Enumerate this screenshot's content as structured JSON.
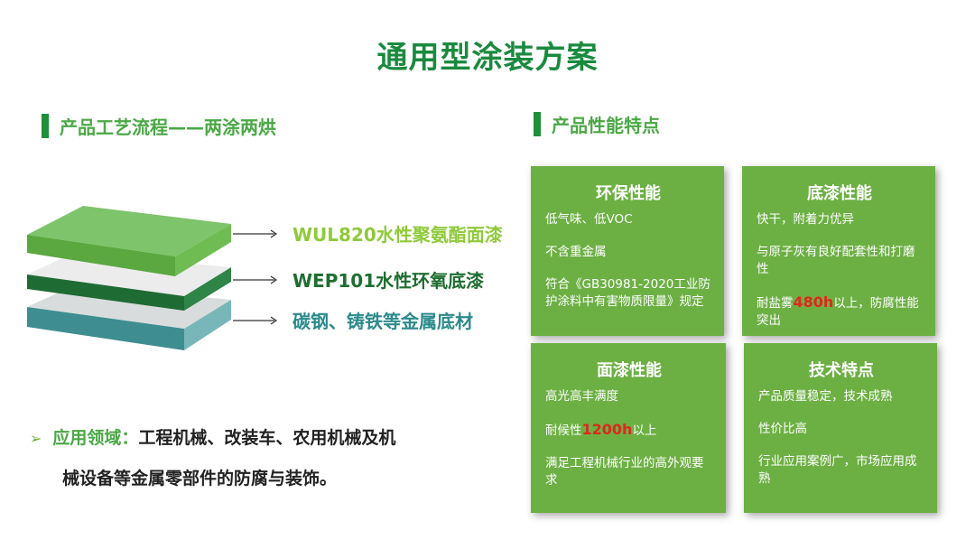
{
  "title": "通用型涂装方案",
  "process": {
    "heading": "产品工艺流程——两涂两烘",
    "layers": [
      {
        "label": "WUL820水性聚氨酯面漆"
      },
      {
        "label": "WEP101水性环氧底漆"
      },
      {
        "label": "碳钢、铸铁等金属底材"
      }
    ]
  },
  "application": {
    "label": "应用领域：",
    "line1": "工程机械、改装车、农用机械及机",
    "line2": "械设备等金属零部件的防腐与装饰。"
  },
  "features": {
    "heading": "产品性能特点",
    "cards": [
      {
        "title": "环保性能",
        "items": [
          {
            "text": "低气味、低VOC"
          },
          {
            "text": "不含重金属"
          },
          {
            "text": "符合《GB30981-2020工业防护涂料中有害物质限量》规定"
          }
        ]
      },
      {
        "title": "底漆性能",
        "items": [
          {
            "text": "快干，附着力优异"
          },
          {
            "text": "与原子灰有良好配套性和打磨性"
          },
          {
            "pre": "耐盐雾",
            "hl": "480h",
            "post": "以上，防腐性能突出"
          }
        ]
      },
      {
        "title": "面漆性能",
        "items": [
          {
            "text": "高光高丰满度"
          },
          {
            "pre": "耐候性",
            "hl": "1200h",
            "post": "以上"
          },
          {
            "text": "满足工程机械行业的高外观要求"
          }
        ]
      },
      {
        "title": "技术特点",
        "items": [
          {
            "text": "产品质量稳定，技术成熟"
          },
          {
            "text": "性价比高"
          },
          {
            "text": "行业应用案例广，市场应用成熟"
          }
        ]
      }
    ]
  },
  "colors": {
    "title_green": "#1a8a3e",
    "card_green": "#6cb043",
    "highlight_red": "#e0261d"
  }
}
